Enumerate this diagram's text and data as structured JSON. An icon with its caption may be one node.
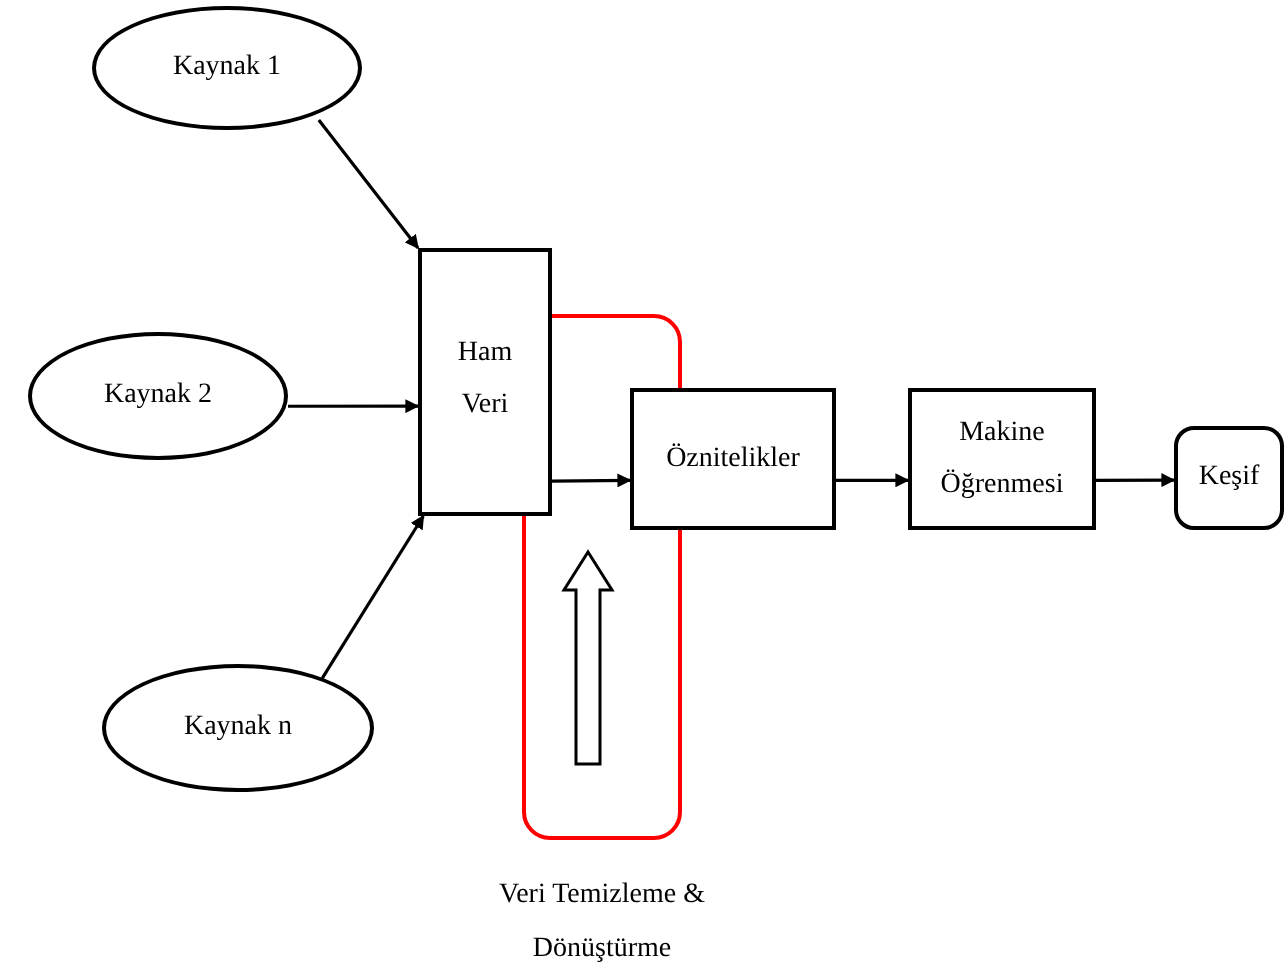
{
  "diagram": {
    "nodes": [
      {
        "text": [
          "Kaynak 1"
        ]
      },
      {
        "text": [
          "Kaynak 2"
        ]
      },
      {
        "text": [
          "Kaynak n"
        ]
      },
      {
        "text": [
          "Ham Veri"
        ]
      },
      {
        "text": [
          "Öznitelikler"
        ]
      },
      {
        "text": [
          "Makine Öğrenmesi"
        ]
      },
      {
        "text": [
          "Keşif"
        ]
      }
    ],
    "edges": [
      {
        "from": 0,
        "to": 3,
        "arrow": "to"
      },
      {
        "from": 1,
        "to": 3,
        "arrow": "to"
      },
      {
        "from": 2,
        "to": 3,
        "arrow": "to"
      },
      {
        "from": 3,
        "to": 4,
        "arrow": "to"
      },
      {
        "from": 4,
        "to": 5,
        "arrow": "to"
      },
      {
        "from": 5,
        "to": 6,
        "arrow": "to"
      }
    ],
    "labels": [
      "Veri Temizleme & Dönüştürme"
    ]
  }
}
